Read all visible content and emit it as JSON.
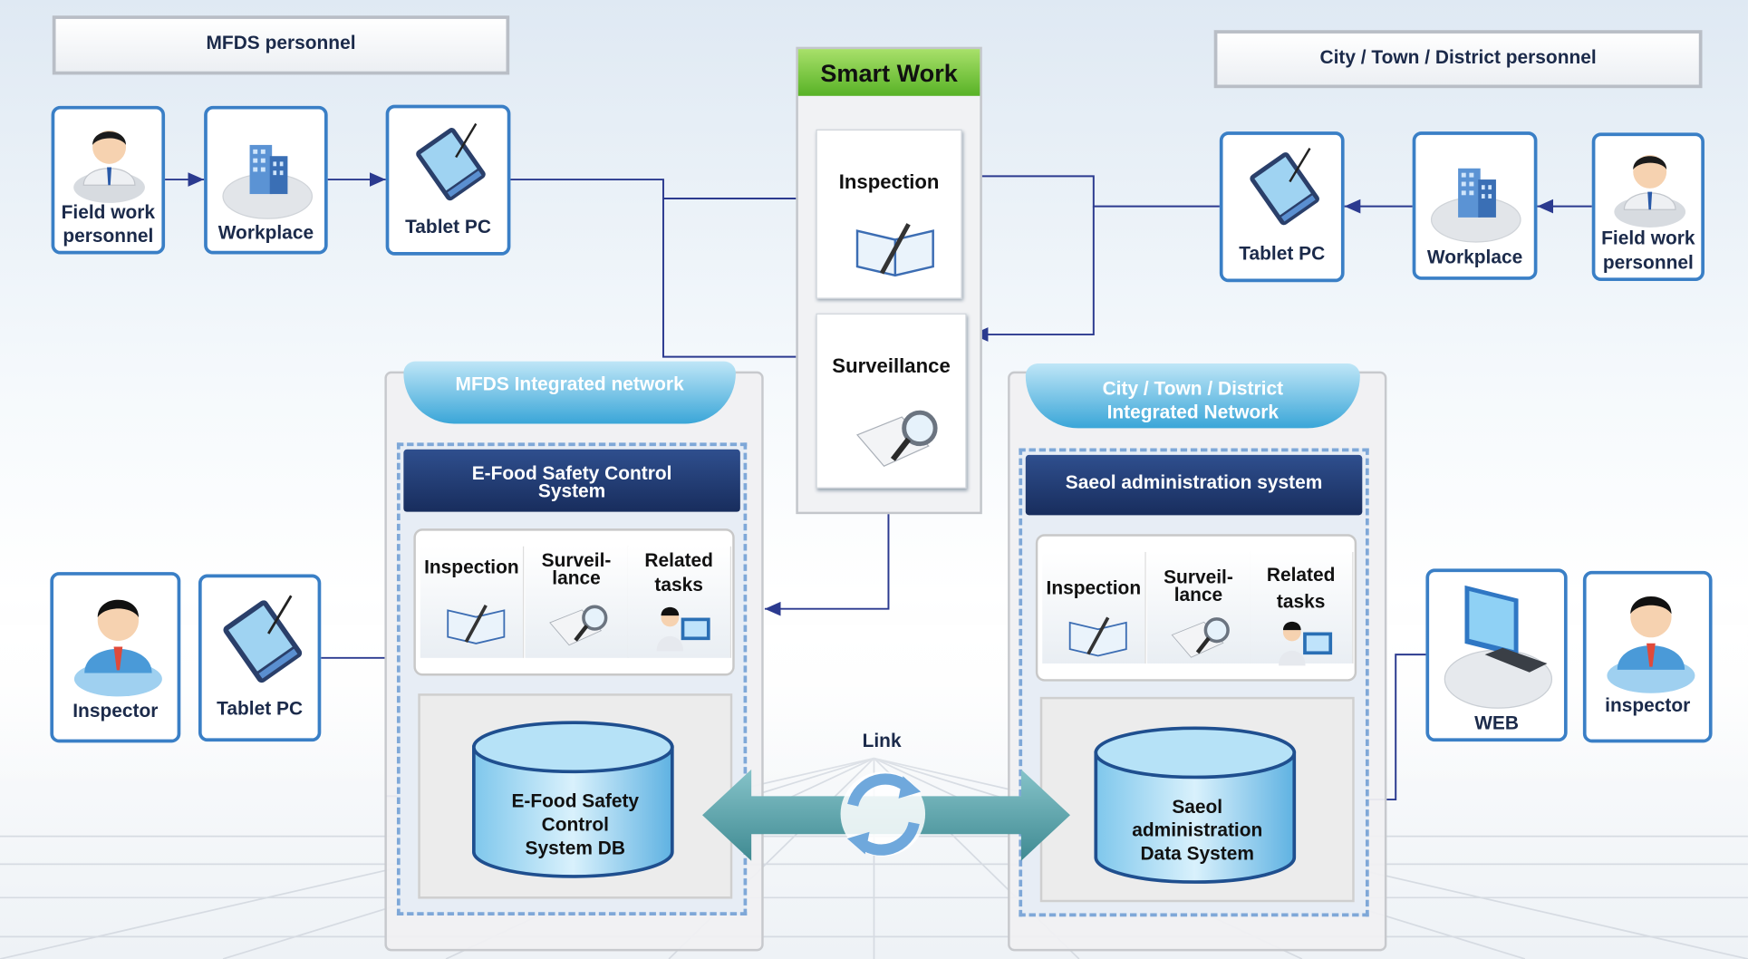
{
  "headers": {
    "left": "MFDS personnel",
    "right": "City / Town / District personnel"
  },
  "smart_work": {
    "title": "Smart Work",
    "inspection": "Inspection",
    "surveillance": "Surveillance"
  },
  "top_left_flow": [
    {
      "label_line1": "Field work",
      "label_line2": "personnel",
      "icon": "person-icon"
    },
    {
      "label_line1": "Workplace",
      "label_line2": "",
      "icon": "building-icon"
    },
    {
      "label_line1": "Tablet PC",
      "label_line2": "",
      "icon": "tablet-icon"
    }
  ],
  "top_right_flow": [
    {
      "label_line1": "Tablet PC",
      "label_line2": "",
      "icon": "tablet-icon"
    },
    {
      "label_line1": "Workplace",
      "label_line2": "",
      "icon": "building-icon"
    },
    {
      "label_line1": "Field work",
      "label_line2": "personnel",
      "icon": "person-icon"
    }
  ],
  "bottom_left": [
    {
      "label": "Inspector",
      "icon": "person-icon"
    },
    {
      "label": "Tablet PC",
      "icon": "tablet-icon"
    }
  ],
  "bottom_right": [
    {
      "label": "WEB",
      "icon": "computer-icon"
    },
    {
      "label": "inspector",
      "icon": "person-icon"
    }
  ],
  "mfds_network": {
    "tab": "MFDS Integrated network",
    "system_line1": "E-Food Safety Control",
    "system_line2": "System",
    "modules": [
      "Inspection",
      "Surveil-",
      "lance",
      "Related",
      "tasks"
    ],
    "db_line1": "E-Food Safety",
    "db_line2": "Control",
    "db_line3": "System DB"
  },
  "city_network": {
    "tab_line1": "City / Town / District",
    "tab_line2": "Integrated Network",
    "system": "Saeol administration system",
    "modules": [
      "Inspection",
      "Surveil-",
      "lance",
      "Related",
      "tasks"
    ],
    "db_line1": "Saeol",
    "db_line2": "administration",
    "db_line3": "Data System"
  },
  "link": "Link",
  "colors": {
    "node_border": "#3a7fc6",
    "arrow": "#2b3a8f",
    "smart_work_green": "#58b226",
    "tab_blue": "#3aa6d8",
    "system_navy": "#182d5d",
    "link_teal": "#4a8f96"
  }
}
